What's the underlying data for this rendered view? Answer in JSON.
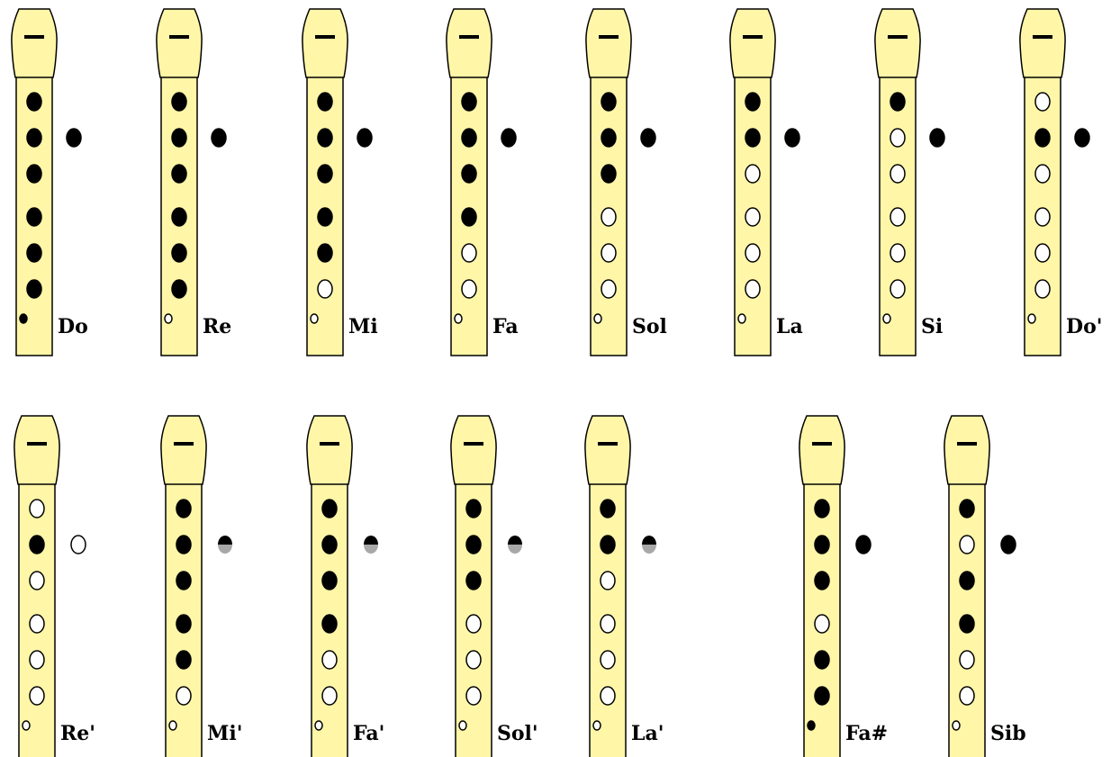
{
  "colors": {
    "body_fill": "#fff6a8",
    "outline": "#000000",
    "closed_hole": "#000000",
    "open_hole": "#ffffff",
    "half_hole_lower": "#a8a8a8"
  },
  "fingerings": [
    {
      "note": "Do",
      "front": [
        "closed",
        "closed",
        "closed",
        "closed",
        "closed",
        "closed"
      ],
      "bottom": "closed",
      "thumb": "closed"
    },
    {
      "note": "Re",
      "front": [
        "closed",
        "closed",
        "closed",
        "closed",
        "closed",
        "closed"
      ],
      "bottom": "open",
      "thumb": "closed"
    },
    {
      "note": "Mi",
      "front": [
        "closed",
        "closed",
        "closed",
        "closed",
        "closed",
        "open"
      ],
      "bottom": "open",
      "thumb": "closed"
    },
    {
      "note": "Fa",
      "front": [
        "closed",
        "closed",
        "closed",
        "closed",
        "open",
        "open"
      ],
      "bottom": "open",
      "thumb": "closed"
    },
    {
      "note": "Sol",
      "front": [
        "closed",
        "closed",
        "closed",
        "open",
        "open",
        "open"
      ],
      "bottom": "open",
      "thumb": "closed"
    },
    {
      "note": "La",
      "front": [
        "closed",
        "closed",
        "open",
        "open",
        "open",
        "open"
      ],
      "bottom": "open",
      "thumb": "closed"
    },
    {
      "note": "Si",
      "front": [
        "closed",
        "open",
        "open",
        "open",
        "open",
        "open"
      ],
      "bottom": "open",
      "thumb": "closed"
    },
    {
      "note": "Do'",
      "front": [
        "open",
        "closed",
        "open",
        "open",
        "open",
        "open"
      ],
      "bottom": "open",
      "thumb": "closed"
    },
    {
      "note": "Re'",
      "front": [
        "open",
        "closed",
        "open",
        "open",
        "open",
        "open"
      ],
      "bottom": "open",
      "thumb": "open"
    },
    {
      "note": "Mi'",
      "front": [
        "closed",
        "closed",
        "closed",
        "closed",
        "closed",
        "open"
      ],
      "bottom": "open",
      "thumb": "half"
    },
    {
      "note": "Fa'",
      "front": [
        "closed",
        "closed",
        "closed",
        "closed",
        "open",
        "open"
      ],
      "bottom": "open",
      "thumb": "half"
    },
    {
      "note": "Sol'",
      "front": [
        "closed",
        "closed",
        "closed",
        "open",
        "open",
        "open"
      ],
      "bottom": "open",
      "thumb": "half"
    },
    {
      "note": "La'",
      "front": [
        "closed",
        "closed",
        "open",
        "open",
        "open",
        "open"
      ],
      "bottom": "open",
      "thumb": "half"
    },
    {
      "note": "Fa#",
      "front": [
        "closed",
        "closed",
        "closed",
        "open",
        "closed",
        "closed"
      ],
      "bottom": "closed",
      "thumb": "closed"
    },
    {
      "note": "Sib",
      "front": [
        "closed",
        "open",
        "closed",
        "closed",
        "open",
        "open"
      ],
      "bottom": "open",
      "thumb": "closed"
    }
  ]
}
